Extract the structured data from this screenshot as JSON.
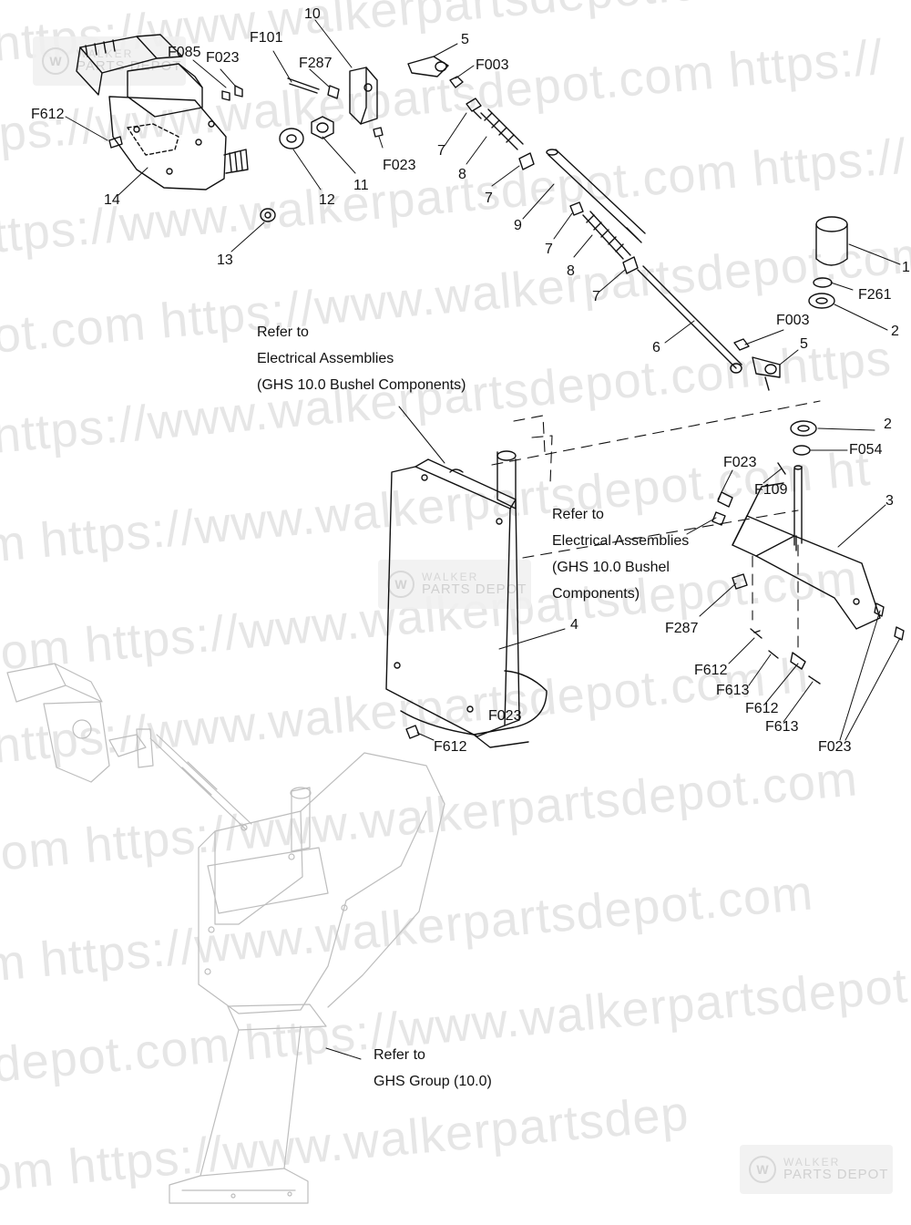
{
  "watermark": {
    "rows": [
      "https://www.walkerpartsdepot.com  https://",
      "tps://www.walkerpartsdepot.com  https://",
      "ttps://www.walkerpartsdepot.com  https://",
      "ot.com  https://www.walkerpartsdepot.com",
      "https://www.walkerpartsdepot.com  https",
      "m  https://www.walkerpartsdepot.com  ht",
      "com  https://www.walkerpartsdepot.com",
      "https://www.walkerpartsdepot.com  h",
      "com  https://www.walkerpartsdepot.com",
      "m  https://www.walkerpartsdepot.com",
      "depot.com  https://www.walkerpartsdepot.com",
      "om  https://www.walkerpartsdep"
    ],
    "logo_line1": "WALKER",
    "logo_line2": "PARTS DEPOT",
    "logo_mark": "W"
  },
  "notes": {
    "electrical_1": [
      "Refer to",
      "Electrical Assemblies",
      "(GHS 10.0 Bushel Components)"
    ],
    "electrical_2": [
      "Refer to",
      "Electrical Assemblies",
      "(GHS 10.0 Bushel",
      "Components)"
    ],
    "ghs_group": [
      "Refer to",
      "GHS Group (10.0)"
    ]
  },
  "callouts": [
    {
      "id": "c10",
      "text": "10"
    },
    {
      "id": "c5a",
      "text": "5"
    },
    {
      "id": "cF101",
      "text": "F101"
    },
    {
      "id": "cF085",
      "text": "F085"
    },
    {
      "id": "cF023a",
      "text": "F023"
    },
    {
      "id": "cF287a",
      "text": "F287"
    },
    {
      "id": "cF003a",
      "text": "F003"
    },
    {
      "id": "cF612a",
      "text": "F612"
    },
    {
      "id": "c7a",
      "text": "7"
    },
    {
      "id": "cF023b",
      "text": "F023"
    },
    {
      "id": "c8a",
      "text": "8"
    },
    {
      "id": "c7b",
      "text": "7"
    },
    {
      "id": "c11",
      "text": "11"
    },
    {
      "id": "c12",
      "text": "12"
    },
    {
      "id": "c14",
      "text": "14"
    },
    {
      "id": "c9",
      "text": "9"
    },
    {
      "id": "c13",
      "text": "13"
    },
    {
      "id": "c7c",
      "text": "7"
    },
    {
      "id": "c8b",
      "text": "8"
    },
    {
      "id": "c7d",
      "text": "7"
    },
    {
      "id": "c1",
      "text": "1"
    },
    {
      "id": "cF261",
      "text": "F261"
    },
    {
      "id": "c2a",
      "text": "2"
    },
    {
      "id": "cF003b",
      "text": "F003"
    },
    {
      "id": "c5b",
      "text": "5"
    },
    {
      "id": "c6",
      "text": "6"
    },
    {
      "id": "c2b",
      "text": "2"
    },
    {
      "id": "cF054",
      "text": "F054"
    },
    {
      "id": "cF023c",
      "text": "F023"
    },
    {
      "id": "cF109",
      "text": "F109"
    },
    {
      "id": "c3",
      "text": "3"
    },
    {
      "id": "c4",
      "text": "4"
    },
    {
      "id": "cF287b",
      "text": "F287"
    },
    {
      "id": "cF612b",
      "text": "F612"
    },
    {
      "id": "cF613a",
      "text": "F613"
    },
    {
      "id": "cF612c",
      "text": "F612"
    },
    {
      "id": "cF613b",
      "text": "F613"
    },
    {
      "id": "cF023d",
      "text": "F023"
    },
    {
      "id": "cF023e",
      "text": "F023"
    },
    {
      "id": "cF612d",
      "text": "F612"
    }
  ]
}
